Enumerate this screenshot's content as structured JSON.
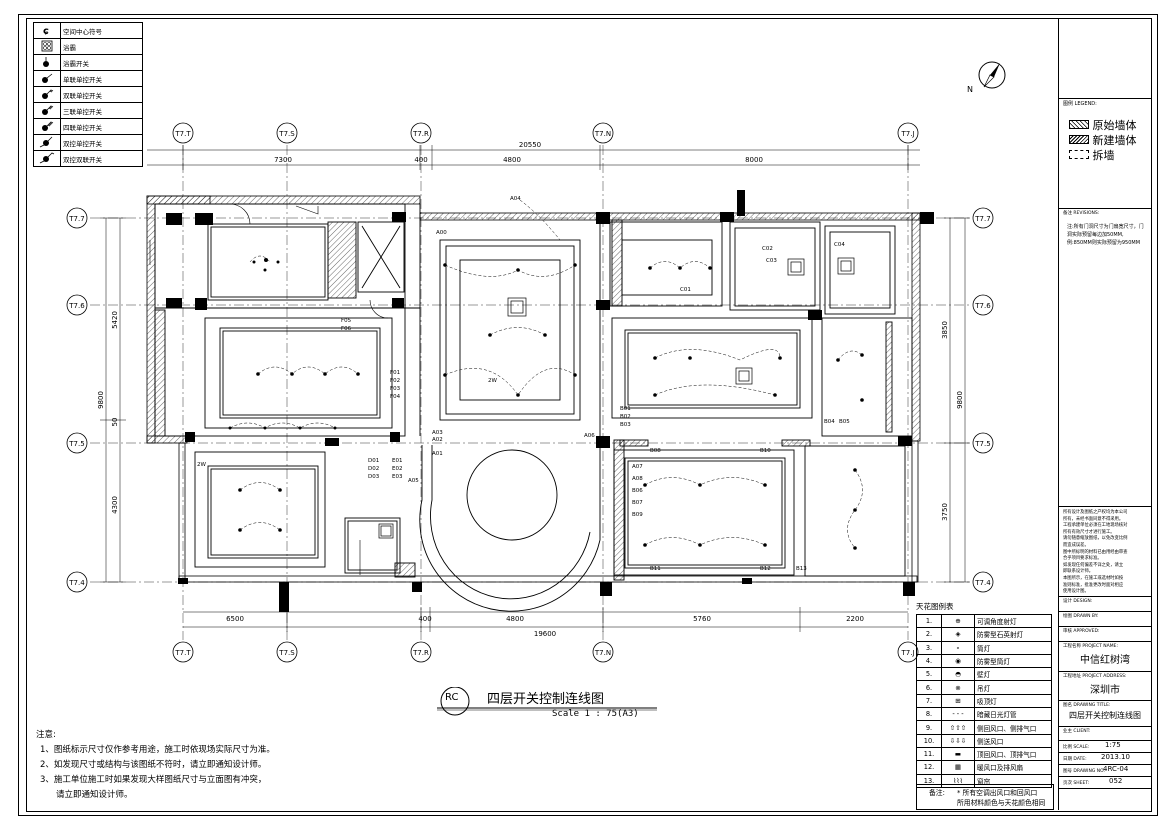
{
  "legend": {
    "items": [
      {
        "icon": "space-center-symbol",
        "label": "空间中心符号"
      },
      {
        "icon": "bath-heater",
        "label": "浴霸"
      },
      {
        "icon": "bath-heater-switch",
        "label": "浴霸开关"
      },
      {
        "icon": "single-gang-switch",
        "label": "单联单控开关"
      },
      {
        "icon": "double-gang-switch",
        "label": "双联单控开关"
      },
      {
        "icon": "triple-gang-switch",
        "label": "三联单控开关"
      },
      {
        "icon": "quad-gang-switch",
        "label": "四联单控开关"
      },
      {
        "icon": "two-way-switch",
        "label": "双控单控开关"
      },
      {
        "icon": "two-way-double-switch",
        "label": "双控双联开关"
      }
    ]
  },
  "north": "N",
  "grid": {
    "columns": [
      "T7.T",
      "T7.S",
      "T7.R",
      "T7.N",
      "T7.J"
    ],
    "rows": [
      "T7.7",
      "T7.6",
      "T7.5",
      "T7.4"
    ]
  },
  "dims": {
    "top_total": "20550",
    "top_segments": [
      "7300",
      "400",
      "4800",
      "8000"
    ],
    "bottom_total": "19600",
    "bottom_segments": [
      "6500",
      "400",
      "4800",
      "5760",
      "2200"
    ],
    "left_total": "9800",
    "left_segments": [
      "5420",
      "50",
      "4300"
    ],
    "right_total": "9800",
    "right_segments": [
      "3850",
      "3750"
    ]
  },
  "plan_labels": {
    "a_codes": [
      "A00",
      "A01",
      "A02",
      "A03",
      "A04",
      "A05",
      "A06",
      "A07",
      "A08"
    ],
    "switch_codes": [
      "F01",
      "F02",
      "F03",
      "F04",
      "F05",
      "F06",
      "E01",
      "E02",
      "E03",
      "D01",
      "D02",
      "D03",
      "B01",
      "B02",
      "B03",
      "B04",
      "B05",
      "B06",
      "B07",
      "B08",
      "B09",
      "B10",
      "B11",
      "B12",
      "B13",
      "C01",
      "C02",
      "C03",
      "C04"
    ],
    "two_w": "2W"
  },
  "title": {
    "badge": "RC",
    "main": "四层开关控制连线图",
    "scale": "Scale 1 : 75(A3)"
  },
  "notes": {
    "heading": "注意:",
    "lines": [
      "1、图纸标示尺寸仅作参考用途，施工时依现场实际尺寸为准。",
      "2、如发现尺寸或结构与该图纸不符时，请立即通知设计师。",
      "3、施工单位施工时如果发现大样图纸尺寸与立面图有冲突，",
      "   请立即通知设计师。"
    ]
  },
  "ceiling_legend": {
    "title": "天花图例表",
    "rows": [
      {
        "n": "1.",
        "label": "可调角度射灯"
      },
      {
        "n": "2.",
        "label": "防雾型石英射灯"
      },
      {
        "n": "3.",
        "label": "筒灯"
      },
      {
        "n": "4.",
        "label": "防雾型筒灯"
      },
      {
        "n": "5.",
        "label": "壁灯"
      },
      {
        "n": "6.",
        "label": "吊灯"
      },
      {
        "n": "7.",
        "label": "吸顶灯"
      },
      {
        "n": "8.",
        "label": "暗藏日光灯管"
      },
      {
        "n": "9.",
        "label": "侧回风口、侧排气口"
      },
      {
        "n": "10.",
        "label": "侧送风口"
      },
      {
        "n": "11.",
        "label": "顶回风口、顶排气口"
      },
      {
        "n": "12.",
        "label": "暖风口及排风扇"
      },
      {
        "n": "13.",
        "label": "窗帘"
      }
    ],
    "note_label": "备注:",
    "note_line1": "* 所有空调出风口和回风口",
    "note_line2": "所用材料颜色与天花颜色相同"
  },
  "titleblock": {
    "legend_label": "图例 LEGEND:",
    "legend_items": [
      "原始墙体",
      "新建墙体",
      "拆墙"
    ],
    "revision_label": "备注 REVISIONS:",
    "revision_lines": [
      "注:所有门洞尺寸为门扇宽尺寸，门",
      "洞实际预留每边加50MM,",
      "例:850MM则实际预留为950MM"
    ],
    "disclaimer": [
      "所有设计及图纸之产权均为本公司",
      "所有，未经书面同意不得采用。",
      "工程承建单位必须在工地现场核对",
      "所有有效尺寸才进行施工。",
      "请勿随意缩放图纸，以免改变比例",
      "而造成误差。",
      "图中所标明的材料已由用经由审查",
      "合乎项目要求标准。",
      "如发现任何偏差不详之处，请立",
      "即联系设计师。",
      "本图所示，在施工或选材时如按",
      "准则标准，批准更改时面对相应",
      "使用设计图。"
    ],
    "design_label": "设计 DESIGN:",
    "drawn_label": "绘图 DRAWN BY:",
    "check_label": "审核 APPROVED:",
    "project_label": "工程名称 PROJECT NAME:",
    "project_name": "中信红树湾",
    "address_label": "工程地址 PROJECT ADDRESS:",
    "address": "深圳市",
    "drawing_title_label": "图名 DRAWING TITLE:",
    "drawing_title": "四层开关控制连线图",
    "client_label": "业主 CLIENT:",
    "scale_label": "比例 SCALE:",
    "scale": "1:75",
    "date_label": "日期 DATE:",
    "date": "2013.10",
    "dwg_no_label": "图号 DRAWING NO:",
    "dwg_no": "4RC-04",
    "sheet_label": "页次 SHEET:",
    "sheet": "052"
  }
}
